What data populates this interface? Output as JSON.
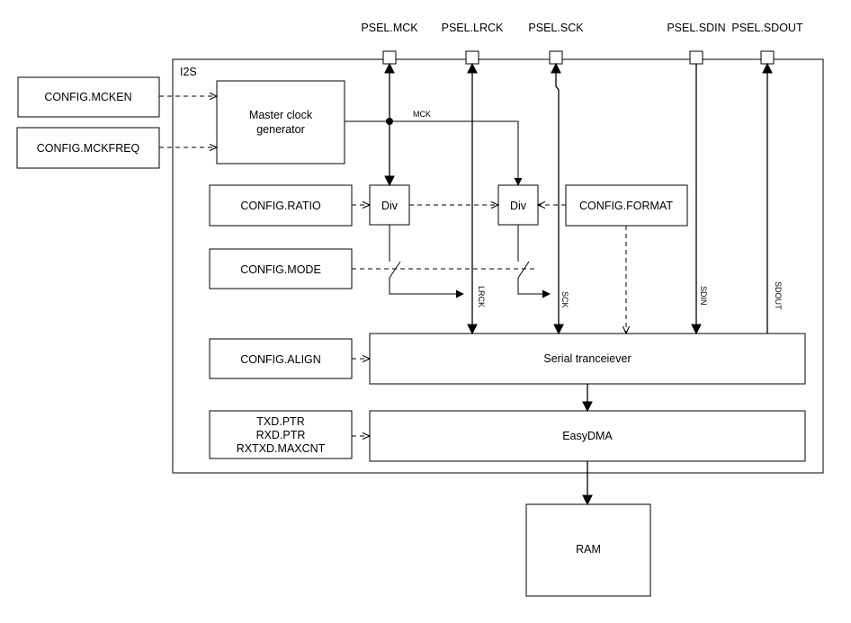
{
  "diagram": {
    "container_label": "I2S",
    "pins": {
      "mck": "PSEL.MCK",
      "lrck": "PSEL.LRCK",
      "sck": "PSEL.SCK",
      "sdin": "PSEL.SDIN",
      "sdout": "PSEL.SDOUT"
    },
    "external_inputs": {
      "mcken": "CONFIG.MCKEN",
      "mckfreq": "CONFIG.MCKFREQ"
    },
    "blocks": {
      "master_clock_line1": "Master clock",
      "master_clock_line2": "generator",
      "config_ratio": "CONFIG.RATIO",
      "div1": "Div",
      "div2": "Div",
      "config_format": "CONFIG.FORMAT",
      "config_mode": "CONFIG.MODE",
      "config_align": "CONFIG.ALIGN",
      "serial": "Serial tranceiever",
      "ptr_line1": "TXD.PTR",
      "ptr_line2": "RXD.PTR",
      "ptr_line3": "RXTXD.MAXCNT",
      "easydma": "EasyDMA",
      "ram": "RAM"
    },
    "signals": {
      "mck": "MCK",
      "lrck": "LRCK",
      "sck": "SCK",
      "sdin": "SDIN",
      "sdout": "SDOUT"
    }
  }
}
